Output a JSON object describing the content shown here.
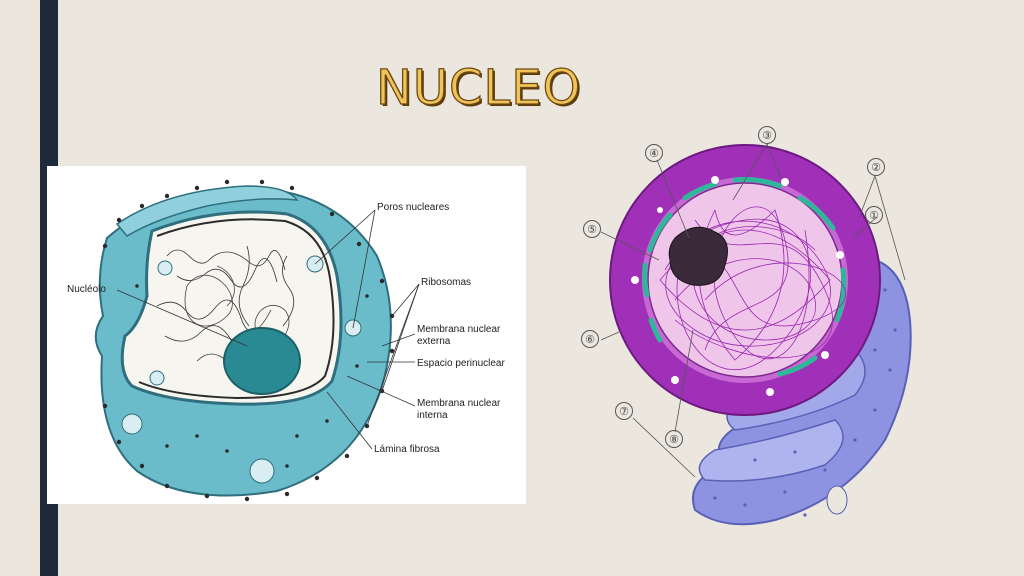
{
  "slide": {
    "title": "NUCLEO",
    "accent_color": "#1d2b3a",
    "title_color": "#f0c45a"
  },
  "left_diagram": {
    "labels": {
      "poros": "Poros nucleares",
      "ribosomas": "Ribosomas",
      "nucleolo": "Nucléolo",
      "membrana_externa_1": "Membrana nuclear",
      "membrana_externa_2": "externa",
      "espacio": "Espacio perinuclear",
      "membrana_interna_1": "Membrana nuclear",
      "membrana_interna_2": "interna",
      "lamina": "Lámina fibrosa"
    },
    "colors": {
      "membrane": "#6bbccb",
      "membrane_dark": "#3e8fa0",
      "nucleolus": "#2a8a93"
    }
  },
  "right_diagram": {
    "numbers": [
      "①",
      "②",
      "③",
      "④",
      "⑤",
      "⑥",
      "⑦",
      "⑧"
    ],
    "colors": {
      "envelope": "#a030b8",
      "nucleoplasm": "#efc6ea",
      "chromatin": "#9b27b0",
      "er": "#8d93e0"
    }
  }
}
